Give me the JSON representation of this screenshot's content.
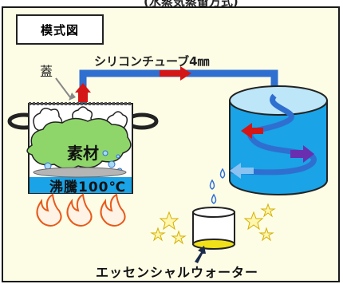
{
  "diagram": {
    "top_cut_text": "(水蒸気蒸留方式)",
    "title_box": "模式図",
    "lid_label": "蓋",
    "tube_label": "シリコンチューブ4㎜",
    "material_label": "素材",
    "boiling_label": "沸騰100℃",
    "output_label": "エッセンシャルウォーター"
  },
  "colors": {
    "water_blue": "#1aa3e6",
    "tube_blue": "#2f6fd0",
    "arrow_red": "#d41616",
    "arrow_purple": "#6a2fb0",
    "material_green": "#8fd66a",
    "flame_orange": "#e85a1a",
    "essence_yellow": "#f0e01a"
  }
}
